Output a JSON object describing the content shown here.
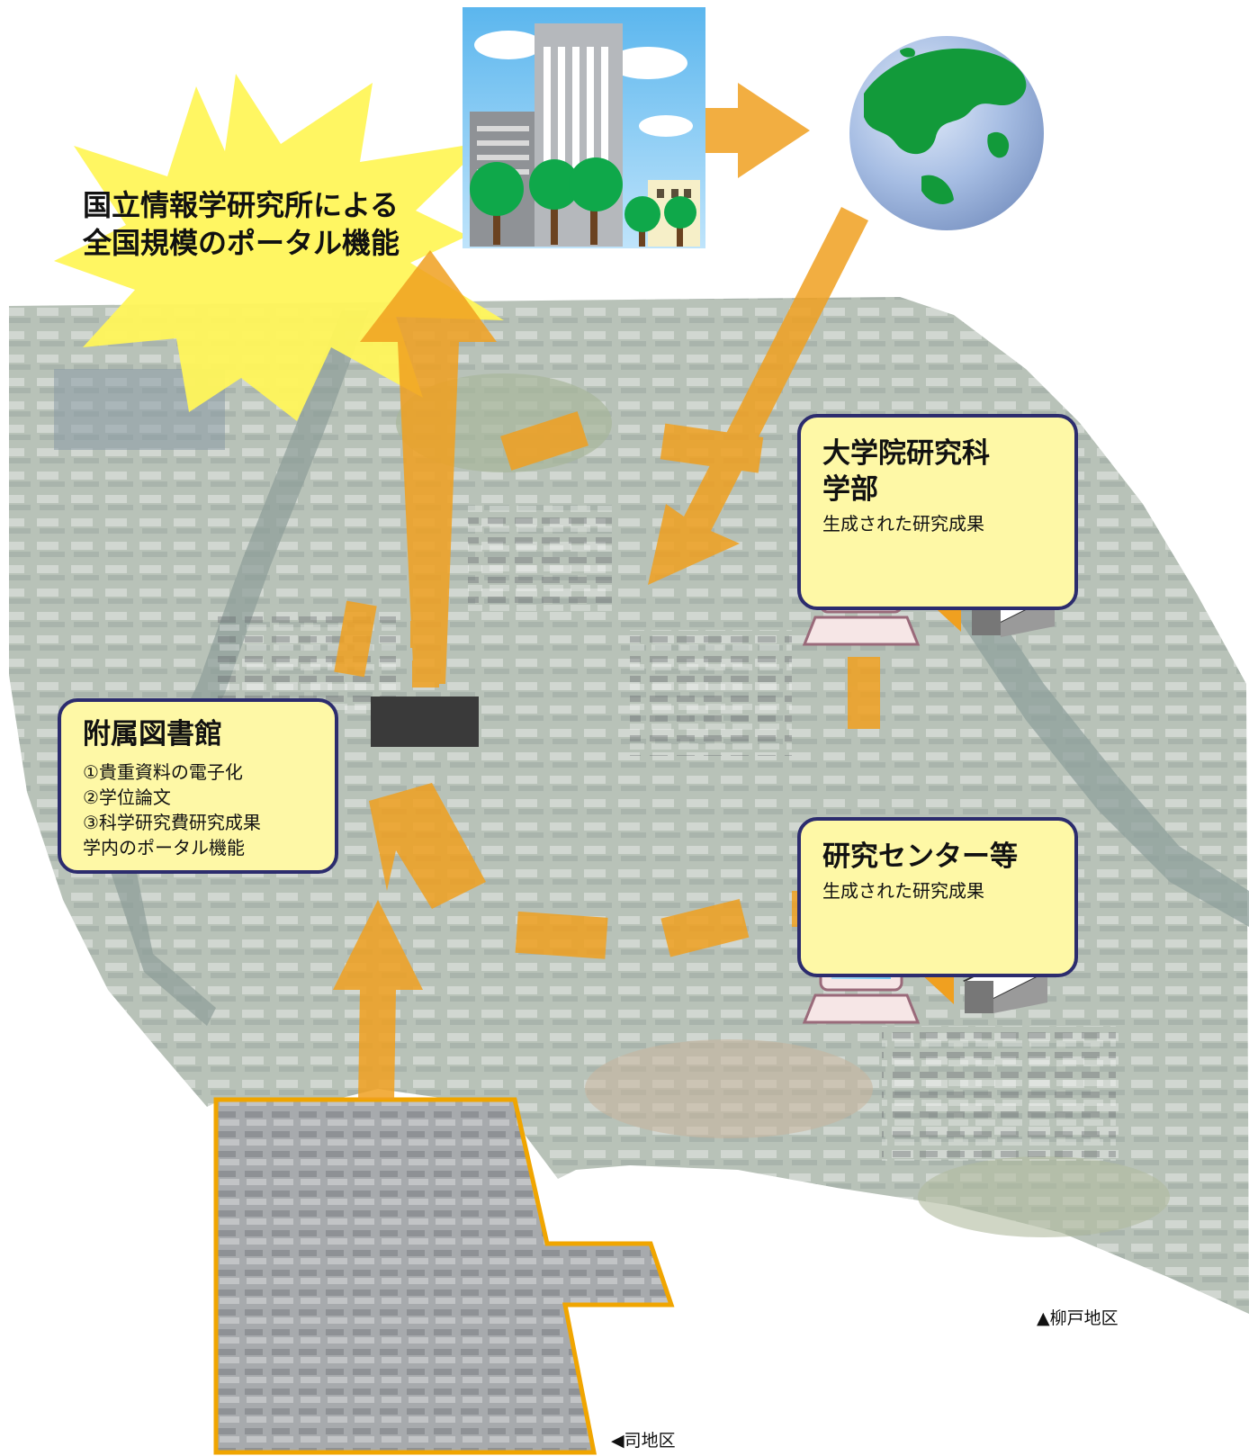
{
  "star": {
    "line1": "国立情報学研究所による",
    "line2": "全国規模のポータル機能"
  },
  "library": {
    "title": "附属図書館",
    "items": [
      "①貴重資料の電子化",
      "②学位論文",
      "③科学研究費研究成果"
    ],
    "footer": "学内のポータル機能"
  },
  "graduate_school": {
    "title_line1": "大学院研究科",
    "title_line2": "学部",
    "subtitle": "生成された研究成果"
  },
  "research_center": {
    "title": "研究センター等",
    "subtitle": "生成された研究成果"
  },
  "captions": {
    "yanagido": "▲柳戸地区",
    "tsukasa": "◀司地区"
  },
  "colors": {
    "arrow": "#f0a020",
    "callout_fill": "#fef8a6",
    "callout_border": "#2c2c6e",
    "star_fill": "#fff55a",
    "globe_land": "#129a3a",
    "globe_ocean": "#9fb8df",
    "tsukasa_border": "#f0a500"
  },
  "icons": [
    "star-burst",
    "office-building-icon",
    "globe-icon",
    "computer-icon",
    "document-stack-icon",
    "campus-aerial-photo"
  ]
}
